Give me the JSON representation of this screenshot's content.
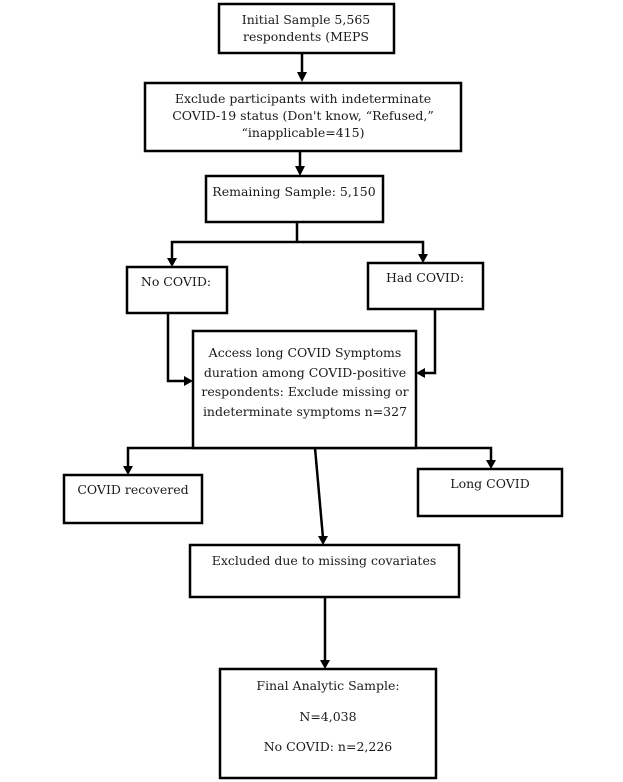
{
  "flowchart": {
    "initial": [
      "Initial Sample 5,565",
      "respondents (MEPS"
    ],
    "exclude_status": [
      "Exclude participants with indeterminate",
      "COVID-19 status (Don't know, “Refused,”",
      "“inapplicable=415)"
    ],
    "remaining": [
      "Remaining Sample: 5,150"
    ],
    "no_covid": [
      "No COVID:"
    ],
    "had_covid": [
      "Had COVID:"
    ],
    "assess": [
      "Access long COVID Symptoms",
      "duration among COVID-positive",
      "respondents: Exclude missing or",
      "indeterminate symptoms n=327"
    ],
    "recovered": [
      "COVID recovered"
    ],
    "long_covid": [
      "Long COVID"
    ],
    "excluded_covariates": [
      "Excluded due to missing covariates"
    ],
    "final": [
      "Final Analytic Sample:",
      "N=4,038",
      "No COVID: n=2,226"
    ]
  }
}
